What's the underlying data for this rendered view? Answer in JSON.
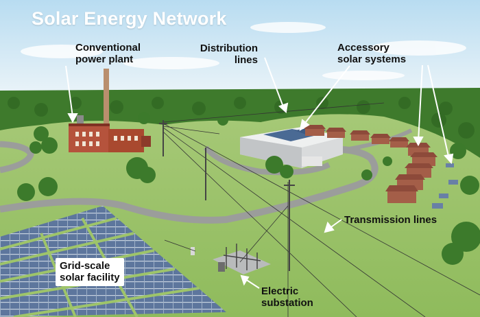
{
  "title": "Solar Energy Network",
  "labels": {
    "power_plant": [
      "Conventional",
      "power plant"
    ],
    "distribution": [
      "Distribution",
      "lines"
    ],
    "accessory": [
      "Accessory",
      "solar systems"
    ],
    "transmission": "Transmission lines",
    "grid_scale": [
      "Grid-scale",
      "solar facility"
    ],
    "substation": [
      "Electric",
      "substation"
    ]
  },
  "colors": {
    "sky_top": "#bfe0f3",
    "sky_bottom": "#e8f2f7",
    "forest": "#3f7a2e",
    "grass": "#9ec46a",
    "road": "#9a9c9a",
    "brick": "#b5533c",
    "panel": "#5a7298",
    "label_text": "#111111"
  }
}
